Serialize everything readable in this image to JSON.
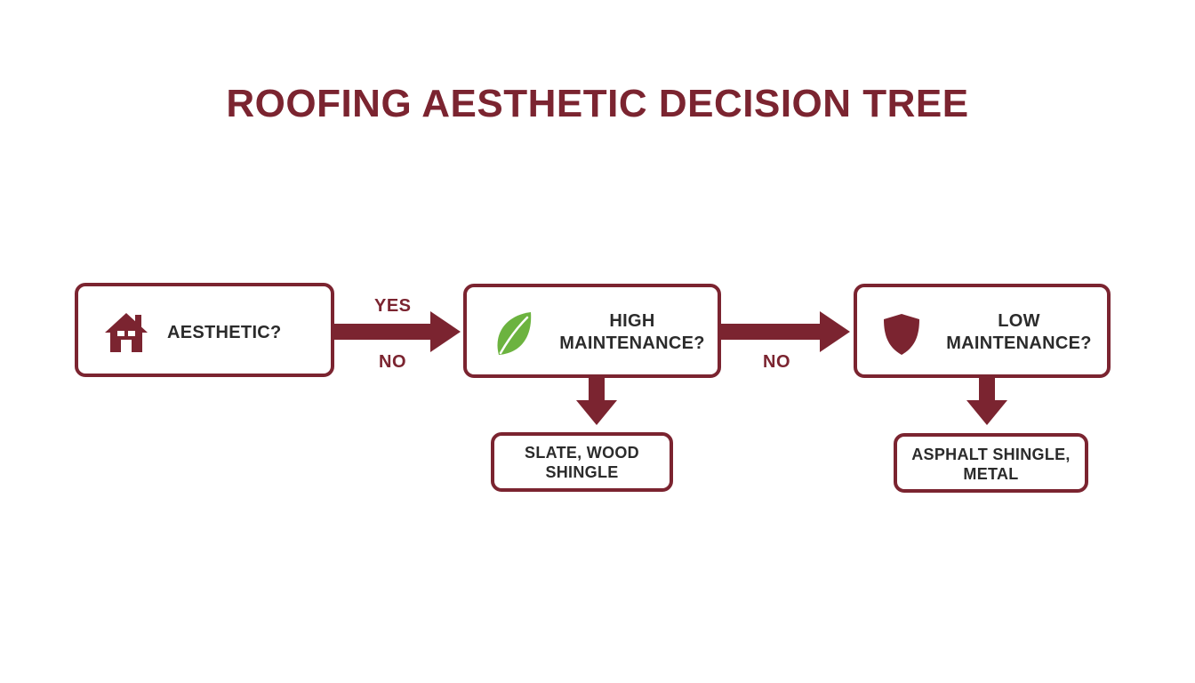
{
  "title": "ROOFING AESTHETIC DECISION TREE",
  "nodes": {
    "aesthetic": {
      "label": "AESTHETIC?",
      "icon": "house-icon"
    },
    "high_maintenance": {
      "line1": "HIGH",
      "line2": "MAINTENANCE?",
      "icon": "leaf-icon"
    },
    "low_maintenance": {
      "line1": "LOW",
      "line2": "MAINTENANCE?",
      "icon": "shield-icon"
    },
    "result_high": {
      "line1": "SLATE, WOOD",
      "line2": "SHINGLE"
    },
    "result_low": {
      "line1": "ASPHALT SHINGLE,",
      "line2": "METAL"
    }
  },
  "edges": {
    "aesthetic_yes": "YES",
    "aesthetic_no": "NO",
    "high_no": "NO"
  },
  "colors": {
    "accent": "#7b2430",
    "leaf": "#6cb33f",
    "text": "#2b2b2b"
  }
}
